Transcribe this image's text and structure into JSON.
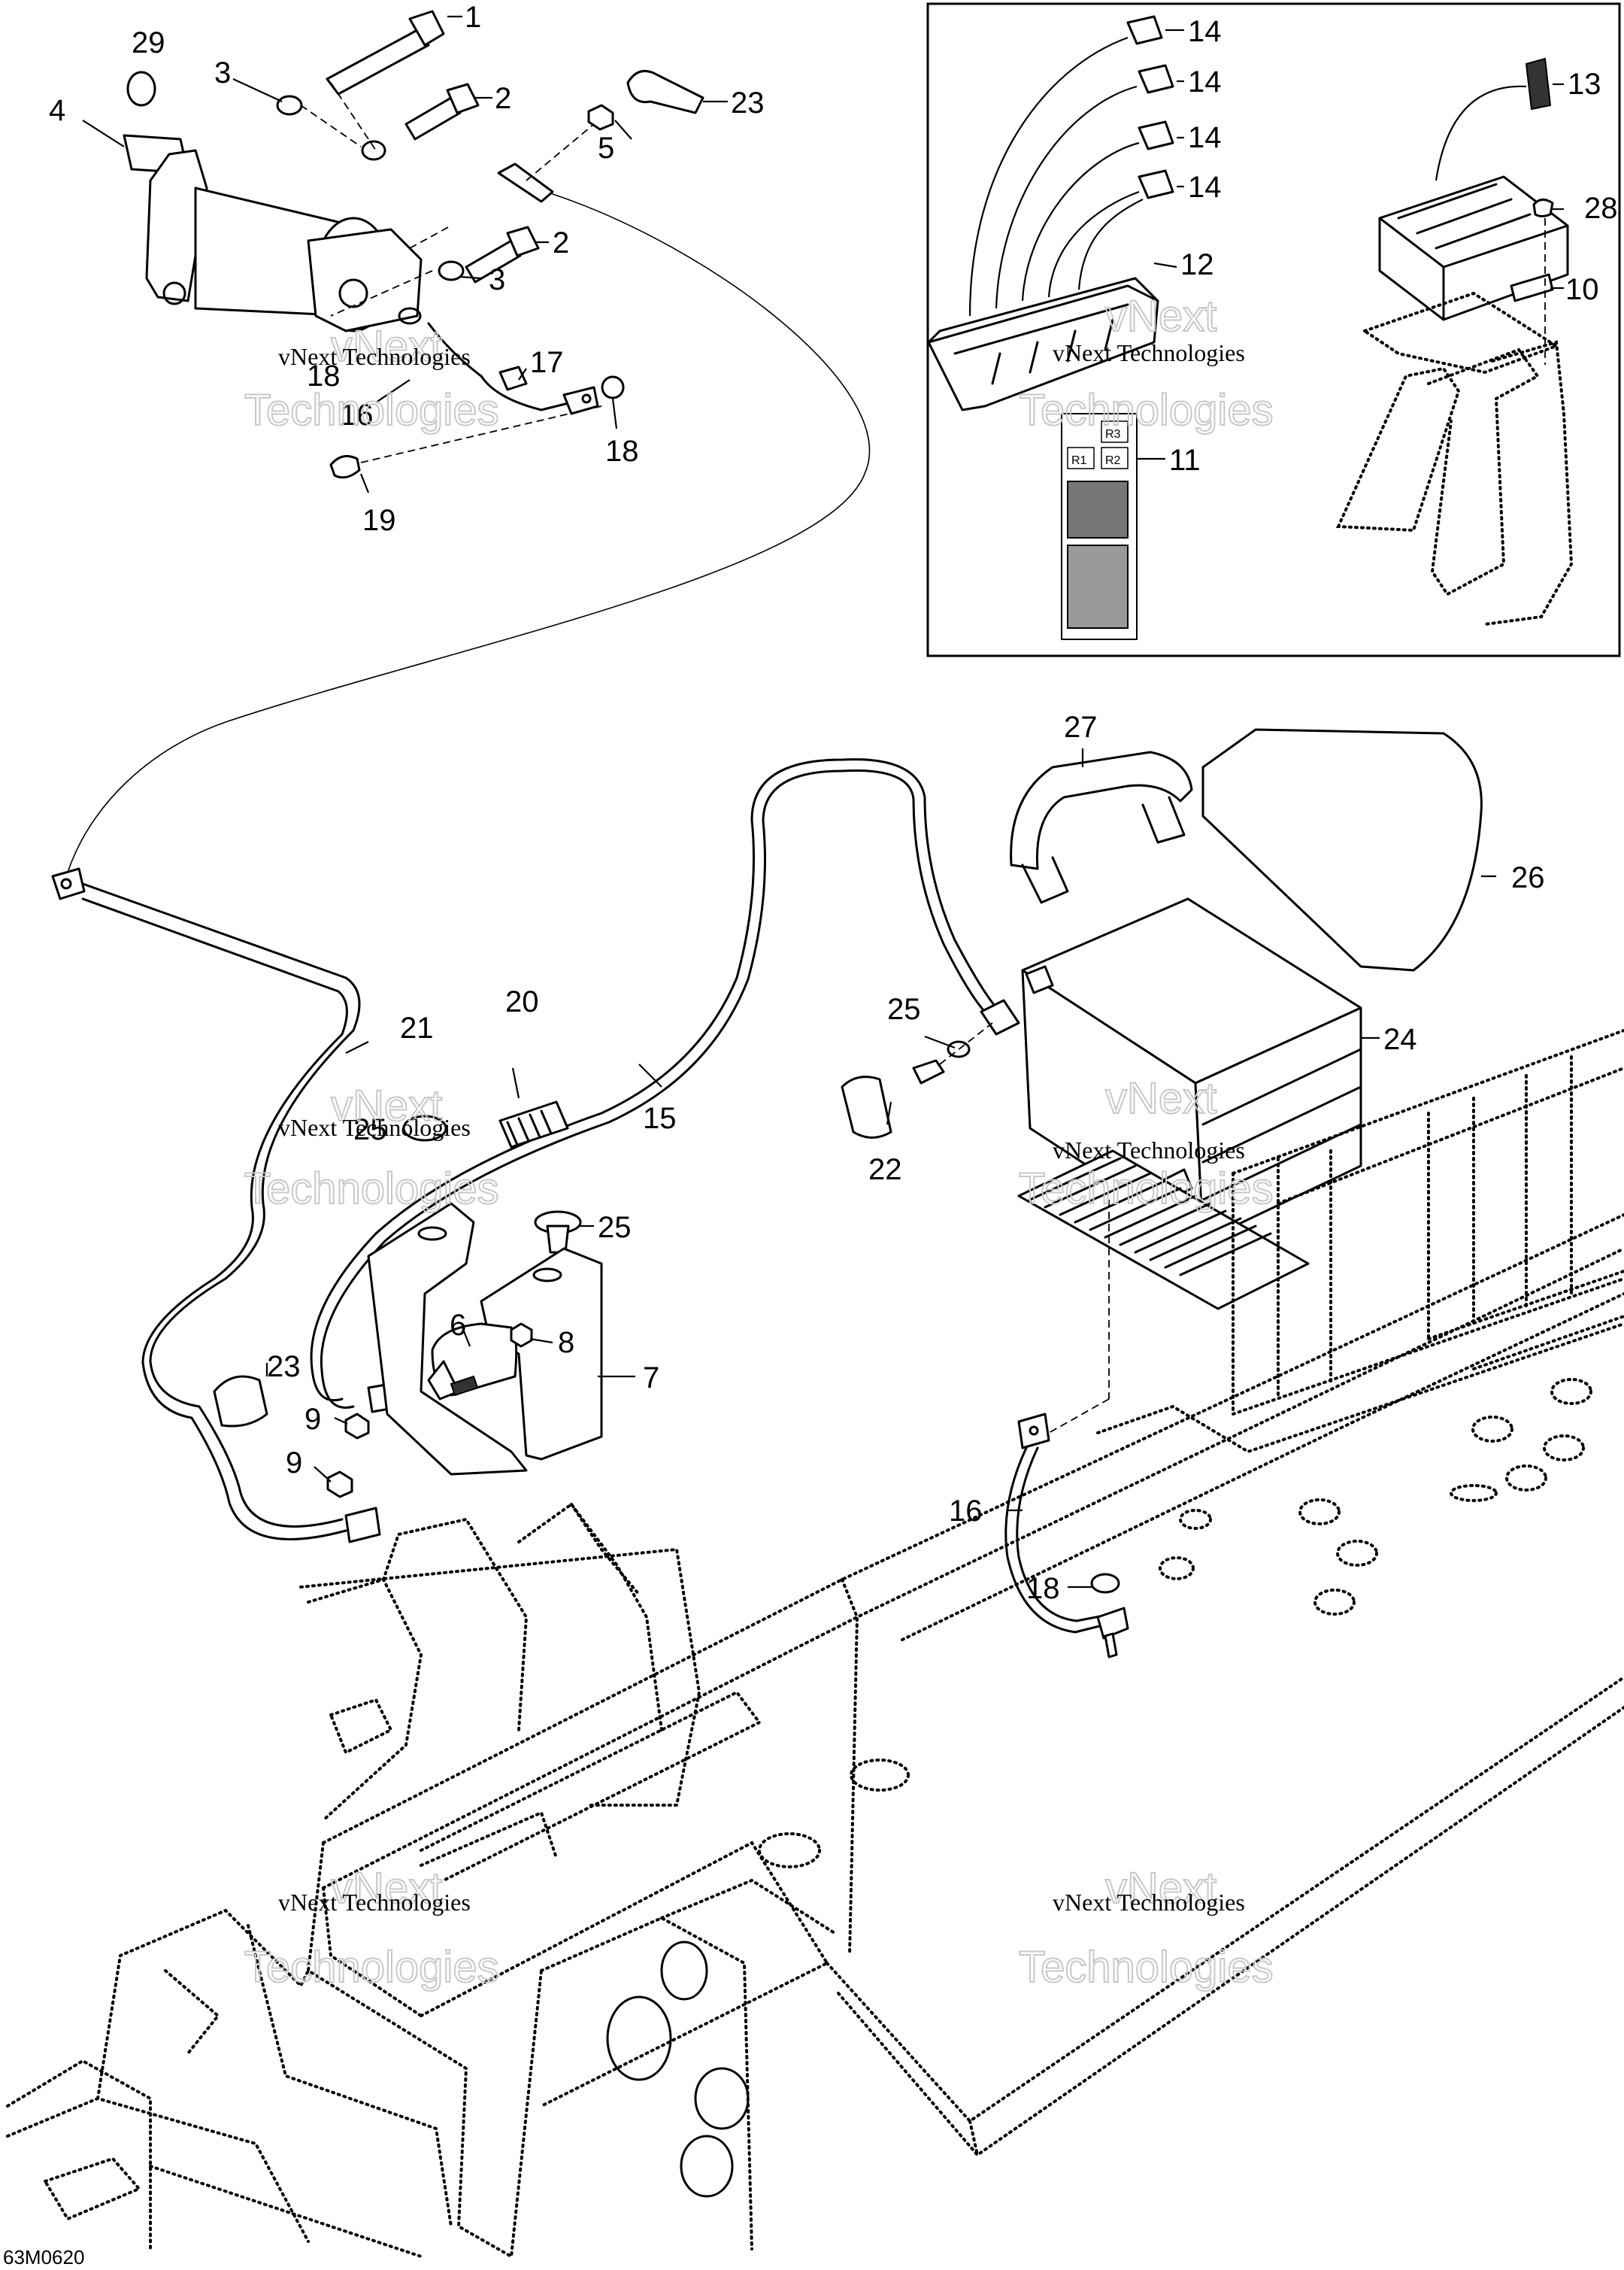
{
  "drawing_code": "63M0620",
  "watermark": {
    "line1": "vNext",
    "line2": "Technologies",
    "small": "vNext Technologies"
  },
  "callouts": {
    "c1": "1",
    "c2a": "2",
    "c2b": "2",
    "c3a": "3",
    "c3b": "3",
    "c4": "4",
    "c5": "5",
    "c6": "6",
    "c7": "7",
    "c8": "8",
    "c9a": "9",
    "c9b": "9",
    "c10": "10",
    "c11": "11",
    "c12": "12",
    "c13": "13",
    "c14a": "14",
    "c14b": "14",
    "c14c": "14",
    "c14d": "14",
    "c15": "15",
    "c16a": "16",
    "c16b": "16",
    "c17": "17",
    "c18a": "18",
    "c18b": "18",
    "c18c": "18",
    "c19": "19",
    "c20": "20",
    "c21": "21",
    "c22": "22",
    "c23a": "23",
    "c23b": "23",
    "c24": "24",
    "c25a": "25",
    "c25b": "25",
    "c25c": "25",
    "c26": "26",
    "c27": "27",
    "c28": "28",
    "c29": "29"
  },
  "label": {
    "r1": "R1",
    "r2": "R2",
    "r3": "R3"
  }
}
